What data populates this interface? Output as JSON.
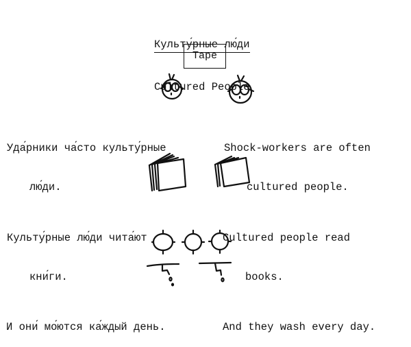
{
  "title": {
    "russian": "Культу́рные лю́ди",
    "english": "Cultured People"
  },
  "tape_box": {
    "label": "Tape"
  },
  "sentences": [
    {
      "russian": [
        "Уда́рники ча́сто культу́рные",
        "лю́ди."
      ],
      "english": [
        "Shock-workers are often",
        "cultured people."
      ],
      "illustration": "two-faces-with-glasses"
    },
    {
      "russian": [
        "Культу́рные лю́ди чита́ют",
        "кни́ги."
      ],
      "english": [
        "Cultured people read",
        "books."
      ],
      "illustration": "two-books"
    },
    {
      "russian": [
        "И они́ мо́ются ка́ждый день."
      ],
      "english": [
        "And they wash every day."
      ],
      "illustration": "soap-and-faucets"
    }
  ]
}
